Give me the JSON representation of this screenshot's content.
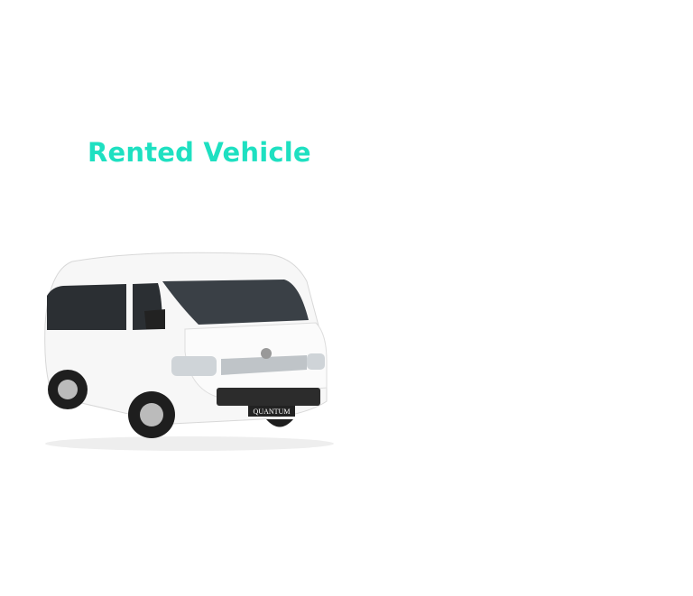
{
  "section": {
    "title": "Rented Vehicle"
  },
  "vehicle": {
    "plate_text": "QUANTUM",
    "icon": "van-image"
  },
  "colors": {
    "accent": "#1ee0c1"
  }
}
